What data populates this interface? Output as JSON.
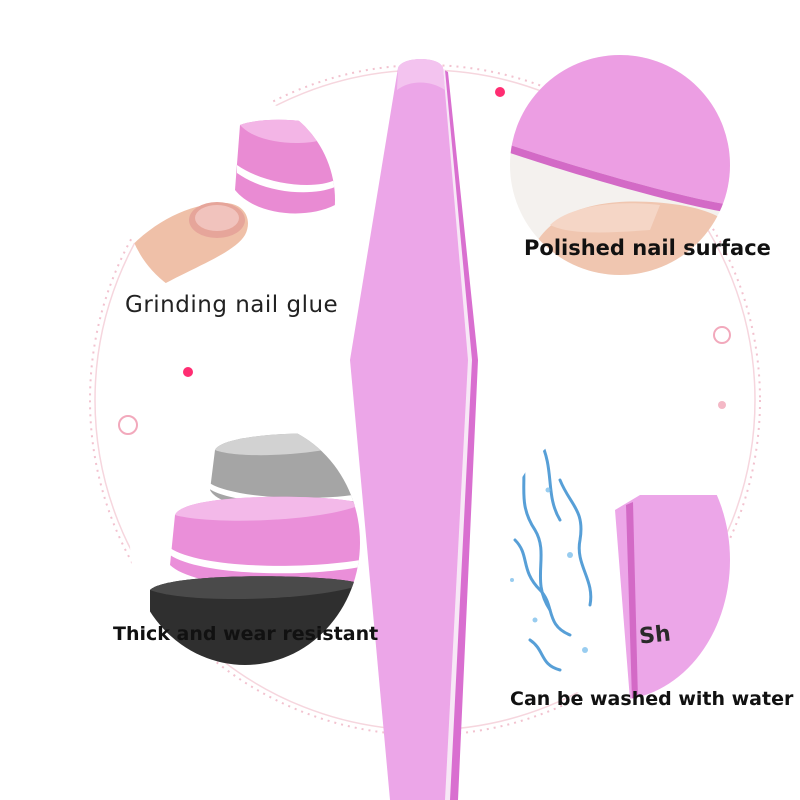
{
  "features": {
    "grinding": {
      "label": "Grinding nail glue"
    },
    "polished": {
      "label": "Polished nail surface"
    },
    "thick": {
      "label": "Thick and wear resistant"
    },
    "washable": {
      "label": "Can be washed with water"
    }
  },
  "product_imprint": "Sh",
  "colors": {
    "buffer_pink": "#eca6e8",
    "buffer_pink_dark": "#e07fd9",
    "ring_pink": "#f2c2cf",
    "core_white": "#ffffff",
    "gray_layer": "#a9a9a9",
    "black_layer": "#333333",
    "water_blue": "#3a8fd0"
  },
  "icons": {
    "grinding": "fingernail-buffer-photo",
    "polished": "nail-surface-photo",
    "thick": "stacked-buffers-photo",
    "washable": "water-splash-photo"
  }
}
